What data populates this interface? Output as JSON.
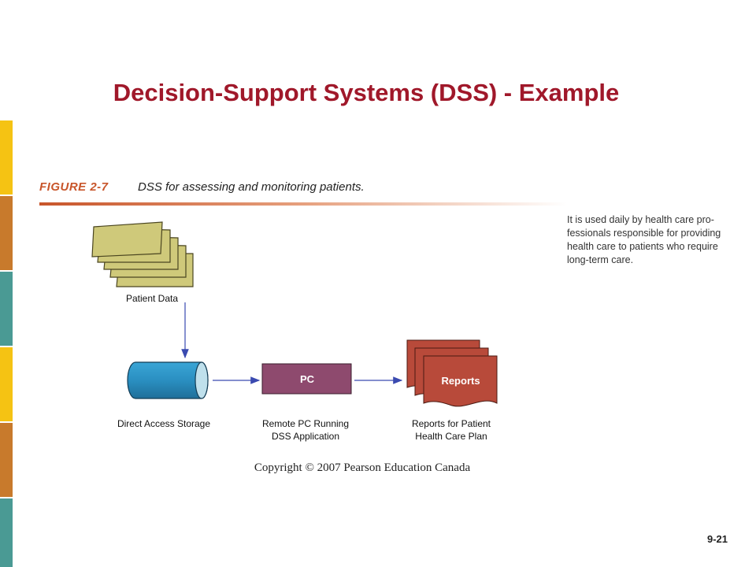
{
  "slide": {
    "title": "Decision-Support Systems (DSS) - Example",
    "page_number": "9-21"
  },
  "figure": {
    "label": "FIGURE 2-7",
    "caption": "DSS for assessing and monitoring patients.",
    "side_note": "It is used daily by health care pro-\nfessionals responsible for providing\nhealth care to patients who require\nlong-term care.",
    "copyright": "Copyright © 2007 Pearson Education Canada"
  },
  "nodes": {
    "patient_data": {
      "label": "Patient Data"
    },
    "storage": {
      "label": "Direct Access Storage"
    },
    "pc": {
      "label": "Remote PC Running\nDSS Application",
      "box_text": "PC"
    },
    "reports": {
      "label": "Reports for Patient\nHealth Care Plan",
      "box_text": "Reports"
    }
  },
  "colors": {
    "title": "#a0182a",
    "sidebar": [
      "#f5c313",
      "#c87a2c",
      "#4a9a94",
      "#f5c313",
      "#c87a2c",
      "#4a9a94"
    ],
    "patient_card": "#cfc97a",
    "storage_cylinder": "#2a8fc1",
    "pc_box": "#8e4a6e",
    "reports_doc": "#b84a3a",
    "arrow": "#3a4ab0"
  }
}
